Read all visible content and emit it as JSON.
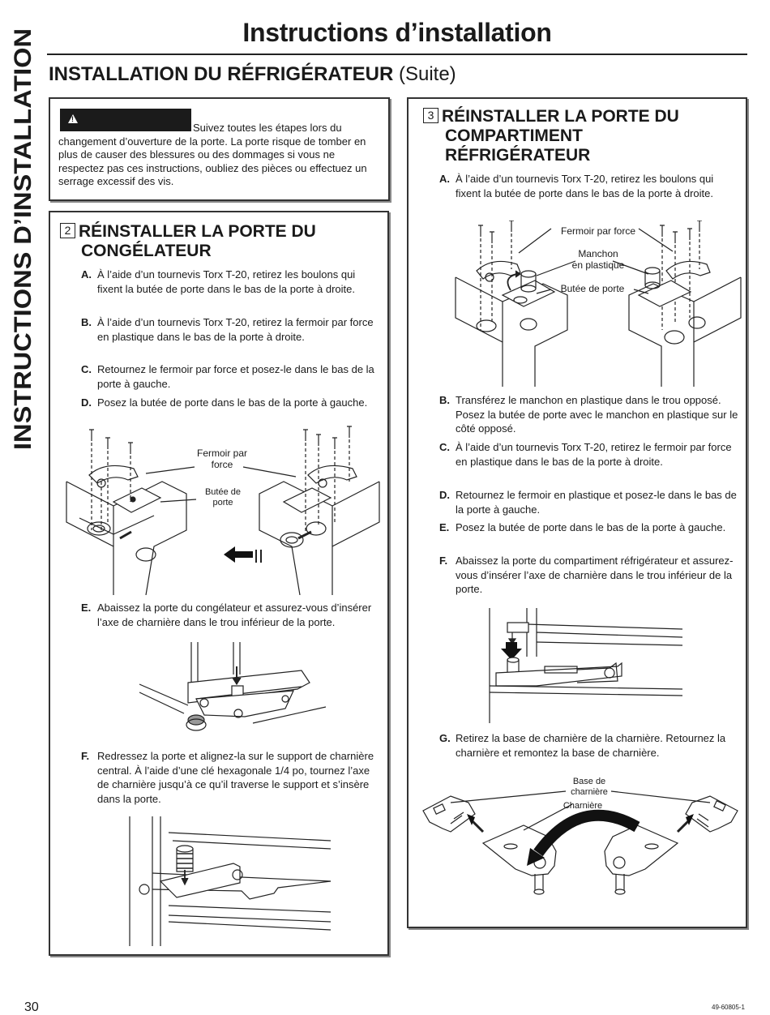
{
  "side_title": "INSTRUCTIONS D’INSTALLATION",
  "main_title": "Instructions d’installation",
  "section": {
    "title": "INSTALLATION DU RÉFRIGÉRATEUR",
    "suffix": "(Suite)"
  },
  "warning": {
    "icon": "warning-triangle-icon",
    "text": "Suivez toutes les étapes lors du changement d’ouverture de la porte. La porte risque de tomber en plus de causer des blessures ou des dommages si vous ne respectez pas ces instructions, oubliez des pièces ou effectuez un serrage excessif des vis."
  },
  "step2": {
    "num": "2",
    "title_line1": "RÉINSTALLER LA PORTE DU",
    "title_line2": "CONGÉLATEUR",
    "items": [
      {
        "letter": "A.",
        "text": "À l’aide d’un tournevis Torx T-20, retirez les boulons qui fixent la butée de porte dans le bas de la porte à droite."
      },
      {
        "letter": "B.",
        "text": "À l’aide d’un tournevis Torx T-20, retirez la fermoir par force en plastique dans le bas de la porte à droite."
      },
      {
        "letter": "C.",
        "text": "Retournez le fermoir par force et posez-le dans le bas de la porte à gauche."
      },
      {
        "letter": "D.",
        "text": "Posez la butée de porte dans le bas de la porte à gauche."
      },
      {
        "letter": "E.",
        "text": "Abaissez la porte du congélateur et assurez-vous d’insérer l’axe de charnière dans le trou inférieur de la porte."
      },
      {
        "letter": "F.",
        "text": "Redressez la porte et alignez-la sur le support de charnière central. À l’aide d’une clé hexagonale 1/4 po, tournez l’axe de charnière jusqu’à ce qu’il traverse le support et s’insère dans la porte."
      }
    ],
    "fig_labels": {
      "clip_line1": "Fermoir par",
      "clip_line2": "force",
      "stop_line1": "Butée de",
      "stop_line2": "porte"
    }
  },
  "step3": {
    "num": "3",
    "title_line1": "RÉINSTALLER LA PORTE DU",
    "title_line2": "COMPARTIMENT",
    "title_line3": "RÉFRIGÉRATEUR",
    "items": [
      {
        "letter": "A.",
        "text": "À l’aide d’un tournevis Torx T-20, retirez les boulons qui fixent la butée de porte dans le bas de la porte à droite."
      },
      {
        "letter": "B.",
        "text": "Transférez le manchon en plastique dans le trou opposé. Posez la butée de porte avec le manchon en plastique sur le côté opposé."
      },
      {
        "letter": "C.",
        "text": "À l’aide d’un tournevis Torx T-20, retirez le fermoir par force en plastique dans le bas de la porte à droite."
      },
      {
        "letter": "D.",
        "text": "Retournez le fermoir en plastique et posez-le dans le bas de la porte à gauche."
      },
      {
        "letter": "E.",
        "text": "Posez la butée de porte dans le bas de la porte à gauche."
      },
      {
        "letter": "F.",
        "text": "Abaissez la porte du compartiment réfrigérateur et assurez-vous d’insérer l’axe de charnière dans le trou inférieur de la porte."
      },
      {
        "letter": "G.",
        "text": "Retirez la base de charnière de la charnière. Retournez la charnière et remontez la base de charnière."
      }
    ],
    "fig_labels": {
      "clip": "Fermoir par force",
      "sleeve_line1": "Manchon",
      "sleeve_line2": "en plastique",
      "stop": "Butée de porte",
      "base_line1": "Base de",
      "base_line2": "charnière",
      "hinge": "Charnière"
    }
  },
  "footer": {
    "page": "30",
    "doc_code": "49-60805-1"
  }
}
